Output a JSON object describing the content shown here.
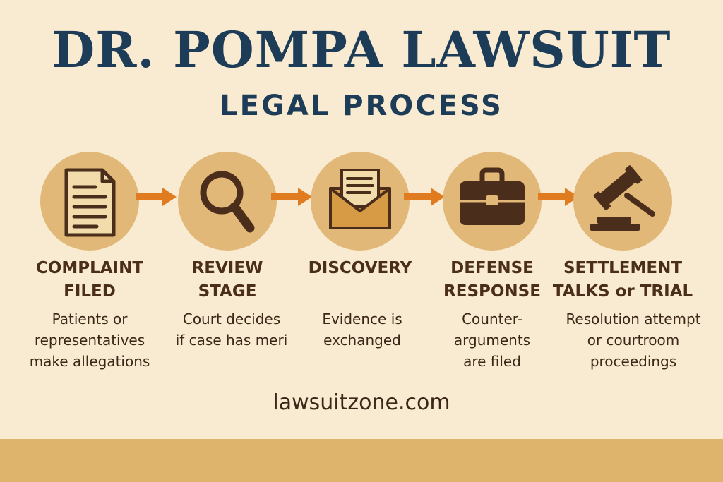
{
  "header": {
    "title": "DR. POMPA LAWSUIT",
    "subtitle": "LEGAL PROCESS"
  },
  "steps": [
    {
      "label": "COMPLAINT\nFILED",
      "description": "Patients or\nrepresentatives\nmake allegations",
      "icon": "document-icon"
    },
    {
      "label": "REVIEW\nSTAGE",
      "description": "Court decides\nif case has meri",
      "icon": "magnifying-glass-icon"
    },
    {
      "label": "DISCOVERY",
      "description": "Evidence is\nexchanged",
      "icon": "envelope-icon"
    },
    {
      "label": "DEFENSE\nRESPONSE",
      "description": "Counter-\narguments\nare filed",
      "icon": "briefcase-icon"
    },
    {
      "label": "SETTLEMENT\nTALKS or TRIAL",
      "description": "Resolution attempt\nor courtroom\nproceedings",
      "icon": "gavel-icon"
    }
  ],
  "footer": {
    "url": "lawsuitzone.com"
  },
  "colors": {
    "background": "#f9ebd1",
    "title": "#1d3c58",
    "circle": "#e1b877",
    "arrow": "#e07c1f",
    "icon": "#4a2e1b",
    "footer_band": "#deb46c"
  }
}
